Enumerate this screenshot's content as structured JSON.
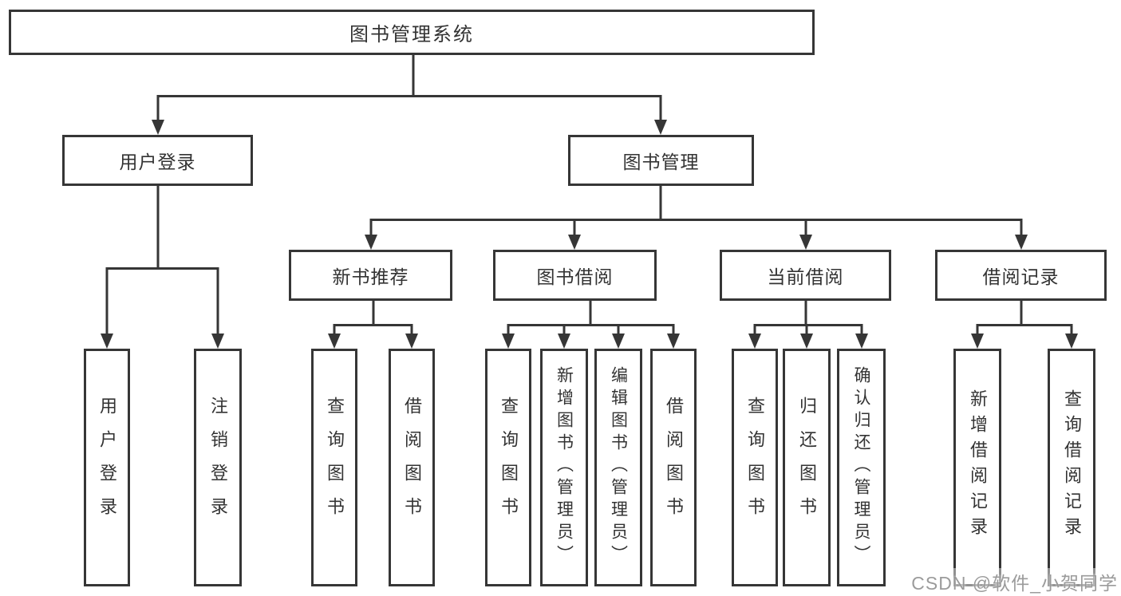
{
  "tree": {
    "label": "图书管理系统",
    "children": [
      {
        "label": "用户登录",
        "children": [
          {
            "label": "用户登录"
          },
          {
            "label": "注销登录"
          }
        ]
      },
      {
        "label": "图书管理",
        "children": [
          {
            "label": "新书推荐",
            "children": [
              {
                "label": "查询图书"
              },
              {
                "label": "借阅图书"
              }
            ]
          },
          {
            "label": "图书借阅",
            "children": [
              {
                "label": "查询图书"
              },
              {
                "label": "新增图书（管理员）"
              },
              {
                "label": "编辑图书（管理员）"
              },
              {
                "label": "借阅图书"
              }
            ]
          },
          {
            "label": "当前借阅",
            "children": [
              {
                "label": "查询图书"
              },
              {
                "label": "归还图书"
              },
              {
                "label": "确认归还（管理员）"
              }
            ]
          },
          {
            "label": "借阅记录",
            "children": [
              {
                "label": "新增借阅记录"
              },
              {
                "label": "查询借阅记录"
              }
            ]
          }
        ]
      }
    ]
  },
  "watermark": {
    "text": "CSDN @软件_小贺同学"
  },
  "colors": {
    "line": "#363636",
    "box_border": "#363636",
    "text": "#333333",
    "background": "#ffffff",
    "watermark_text": "#969696"
  }
}
